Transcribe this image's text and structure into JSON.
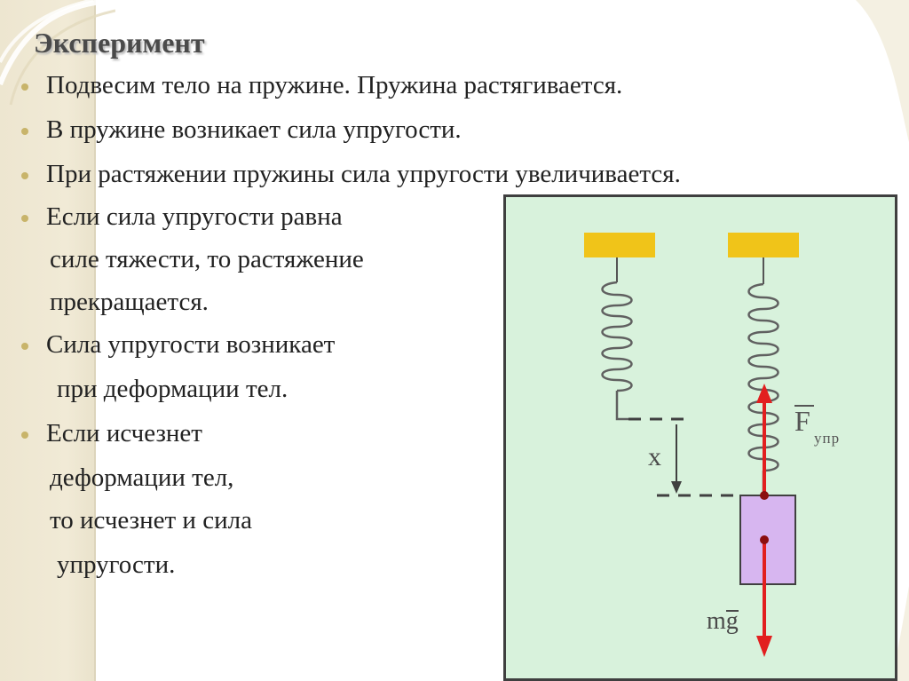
{
  "slide": {
    "title": "Эксперимент",
    "bullets": [
      "Подвесим тело на  пружине. Пружина растягивается.",
      "В пружине возникает сила упругости.",
      "При растяжении пружины сила упругости увеличивается.",
      "Если сила упругости равна",
      "силе тяжести, то растяжение",
      "прекращается.",
      "Сила упругости возникает",
      "при деформации тел.",
      "Если исчезнет",
      "деформации тел,",
      "то исчезнет и сила",
      "упругости."
    ]
  },
  "figure": {
    "x_label": "x",
    "force_symbol": "F",
    "force_subscript": "упр",
    "weight_label": "mg"
  },
  "colors": {
    "background_band": "#f1ead6",
    "bullet": "#c8b46a",
    "figure_bg": "#d8f2dc",
    "support": "#f0c419",
    "weight_block": "#d7b6f0",
    "arrow": "#e21f1f"
  }
}
